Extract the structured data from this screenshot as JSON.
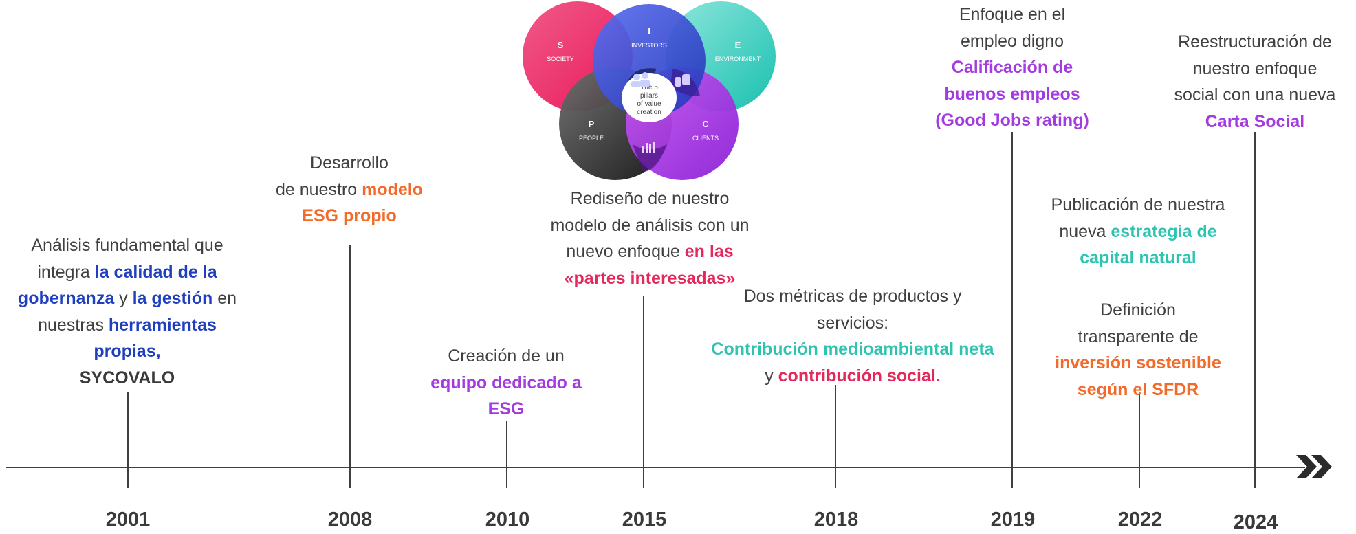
{
  "venn": {
    "s_letter": "S",
    "s_label": "SOCIETY",
    "i_letter": "I",
    "i_label": "INVESTORS",
    "e_letter": "E",
    "e_label": "ENVIRONMENT",
    "p_letter": "P",
    "p_label": "PEOPLE",
    "c_letter": "C",
    "c_label": "CLIENTS",
    "center_lines": [
      "The 5",
      "pillars",
      "of value",
      "creation"
    ]
  },
  "years": [
    "2001",
    "2008",
    "2010",
    "2015",
    "2018",
    "2019",
    "2022",
    "2024"
  ],
  "events": {
    "e2001": {
      "l1": "Análisis fundamental que",
      "l2a": "integra ",
      "l2b": "la calidad de la",
      "l3a": "gobernanza",
      "l3b": " y ",
      "l3c": "la gestión",
      "l3d": " en",
      "l4a": "nuestras ",
      "l4b": "herramientas",
      "l5": "propias,",
      "l6": "SYCOVALO"
    },
    "e2008": {
      "l1": "Desarrollo",
      "l2a": "de nuestro ",
      "l2b": "modelo",
      "l3": "ESG propio"
    },
    "e2010": {
      "l1": "Creación de un",
      "l2": "equipo dedicado a",
      "l3": "ESG"
    },
    "e2015": {
      "l1": "Rediseño de nuestro",
      "l2": "modelo de análisis con un",
      "l3a": "nuevo enfoque ",
      "l3b": "en las",
      "l4": "«partes interesadas»"
    },
    "e2018": {
      "l1": "Dos métricas de productos y",
      "l2": "servicios:",
      "l3": "Contribución medioambiental neta",
      "l4a": "y ",
      "l4b": "contribución social."
    },
    "e2019": {
      "l1": "Enfoque en el",
      "l2": "empleo digno",
      "l3": "Calificación de",
      "l4": "buenos empleos",
      "l5": "(Good Jobs rating)"
    },
    "e2022a": {
      "l1": "Publicación de nuestra",
      "l2a": "nueva ",
      "l2b": "estrategia de",
      "l3": "capital natural"
    },
    "e2022b": {
      "l1": "Definición",
      "l2": "transparente de",
      "l3": "inversión sostenible",
      "l4": "según el SFDR"
    },
    "e2024": {
      "l1": "Reestructuración de",
      "l2": "nuestro enfoque",
      "l3": "social con una nueva",
      "l4": "Carta Social"
    }
  },
  "colors": {
    "blue": "#1f3fbf",
    "orange": "#f26b2b",
    "purple": "#a33be0",
    "pink": "#e4285b",
    "teal": "#2fc4b2",
    "axis": "#404040"
  }
}
